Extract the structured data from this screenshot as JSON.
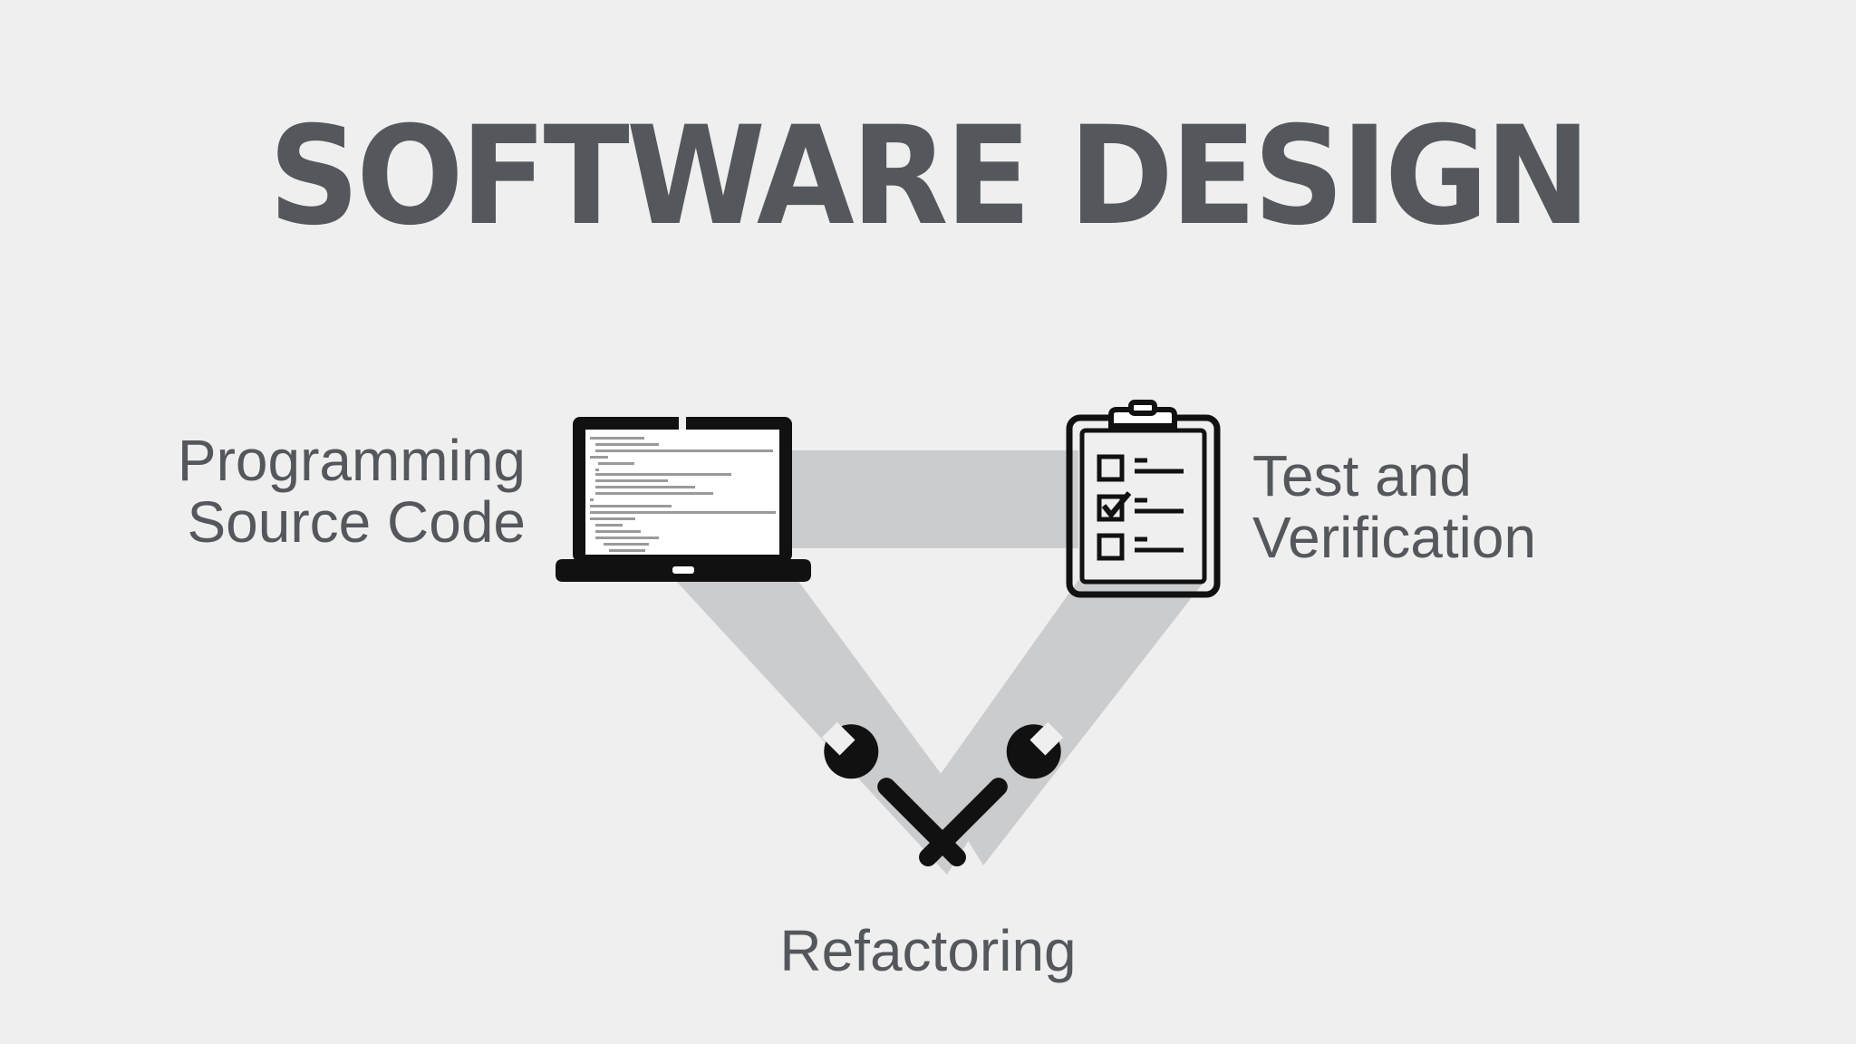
{
  "title": "SOFTWARE DESIGN",
  "nodes": {
    "programming": {
      "line1": "Programming",
      "line2": "Source Code",
      "icon": "laptop-code-icon"
    },
    "test": {
      "line1": "Test and",
      "line2": "Verification",
      "icon": "clipboard-checklist-icon"
    },
    "refactoring": {
      "line1": "Refactoring",
      "icon": "crossed-wrenches-icon"
    }
  },
  "colors": {
    "background": "#efefef",
    "text": "#54575c",
    "connector": "#cbcccd",
    "icon": "#111111"
  }
}
